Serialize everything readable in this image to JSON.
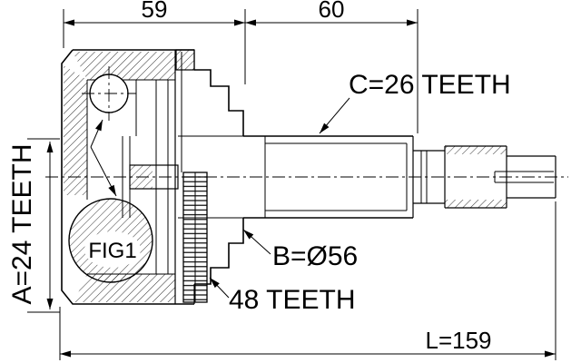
{
  "title": "CV joint technical drawing",
  "colors": {
    "line": "#000000",
    "background": "#ffffff"
  },
  "dimensions": {
    "top_left": "59",
    "top_right": "60",
    "overall_length": "L=159"
  },
  "labels": {
    "inner_spline": "A=24 TEETH",
    "outer_spline": "C=26 TEETH",
    "diameter": "B=Ø56",
    "abs_ring": "48 TEETH",
    "figure": "FIG1"
  }
}
